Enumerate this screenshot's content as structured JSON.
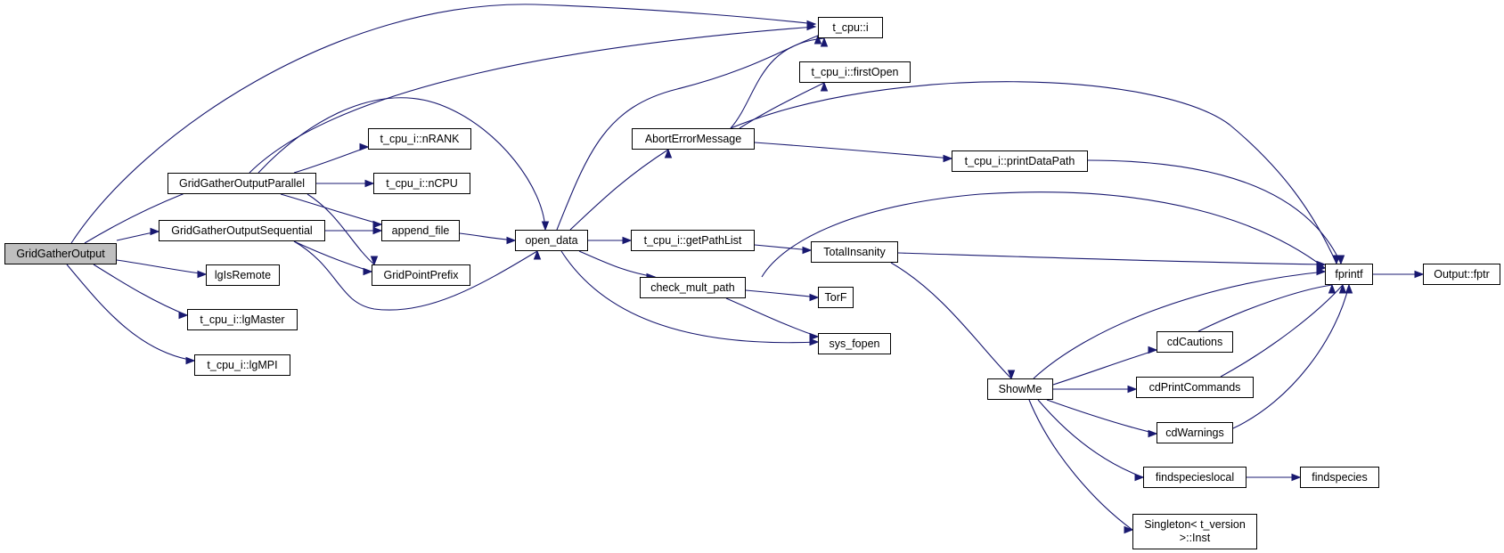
{
  "graph": {
    "edge_color": "#191970",
    "root_fill": "#bfbfbf",
    "nodes": {
      "GridGatherOutput": "GridGatherOutput",
      "GridGatherOutputParallel": "GridGatherOutputParallel",
      "GridGatherOutputSequential": "GridGatherOutputSequential",
      "lgIsRemote": "lgIsRemote",
      "lgMaster": "t_cpu_i::lgMaster",
      "lgMPI": "t_cpu_i::lgMPI",
      "t_cpu_i": "t_cpu::i",
      "nRANK": "t_cpu_i::nRANK",
      "nCPU": "t_cpu_i::nCPU",
      "append_file": "append_file",
      "GridPointPrefix": "GridPointPrefix",
      "open_data": "open_data",
      "AbortErrorMessage": "AbortErrorMessage",
      "firstOpen": "t_cpu_i::firstOpen",
      "getPathList": "t_cpu_i::getPathList",
      "check_mult_path": "check_mult_path",
      "printDataPath": "t_cpu_i::printDataPath",
      "TotalInsanity": "TotalInsanity",
      "TorF": "TorF",
      "sys_fopen": "sys_fopen",
      "ShowMe": "ShowMe",
      "cdCautions": "cdCautions",
      "cdPrintCommands": "cdPrintCommands",
      "cdWarnings": "cdWarnings",
      "findspecieslocal": "findspecieslocal",
      "findspecies": "findspecies",
      "Singleton": "Singleton< t_version\n>::Inst",
      "fprintf": "fprintf",
      "Output_fptr": "Output::fptr"
    }
  }
}
